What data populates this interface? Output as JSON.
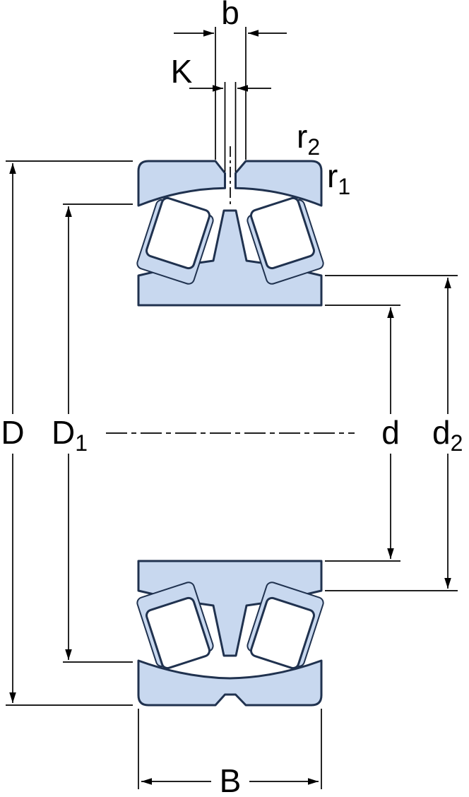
{
  "labels": {
    "b": "b",
    "K": "K",
    "r2": {
      "base": "r",
      "sub": "2"
    },
    "r1": {
      "base": "r",
      "sub": "1"
    },
    "D": "D",
    "D1": {
      "base": "D",
      "sub": "1"
    },
    "d": "d",
    "d2": {
      "base": "d",
      "sub": "2"
    },
    "B": "B"
  },
  "colors": {
    "bearing_fill": "#c8d8ef",
    "bearing_stroke": "#20324f",
    "dimension_color": "#000000",
    "roller_fill": "#ffffff",
    "background": "#ffffff"
  }
}
